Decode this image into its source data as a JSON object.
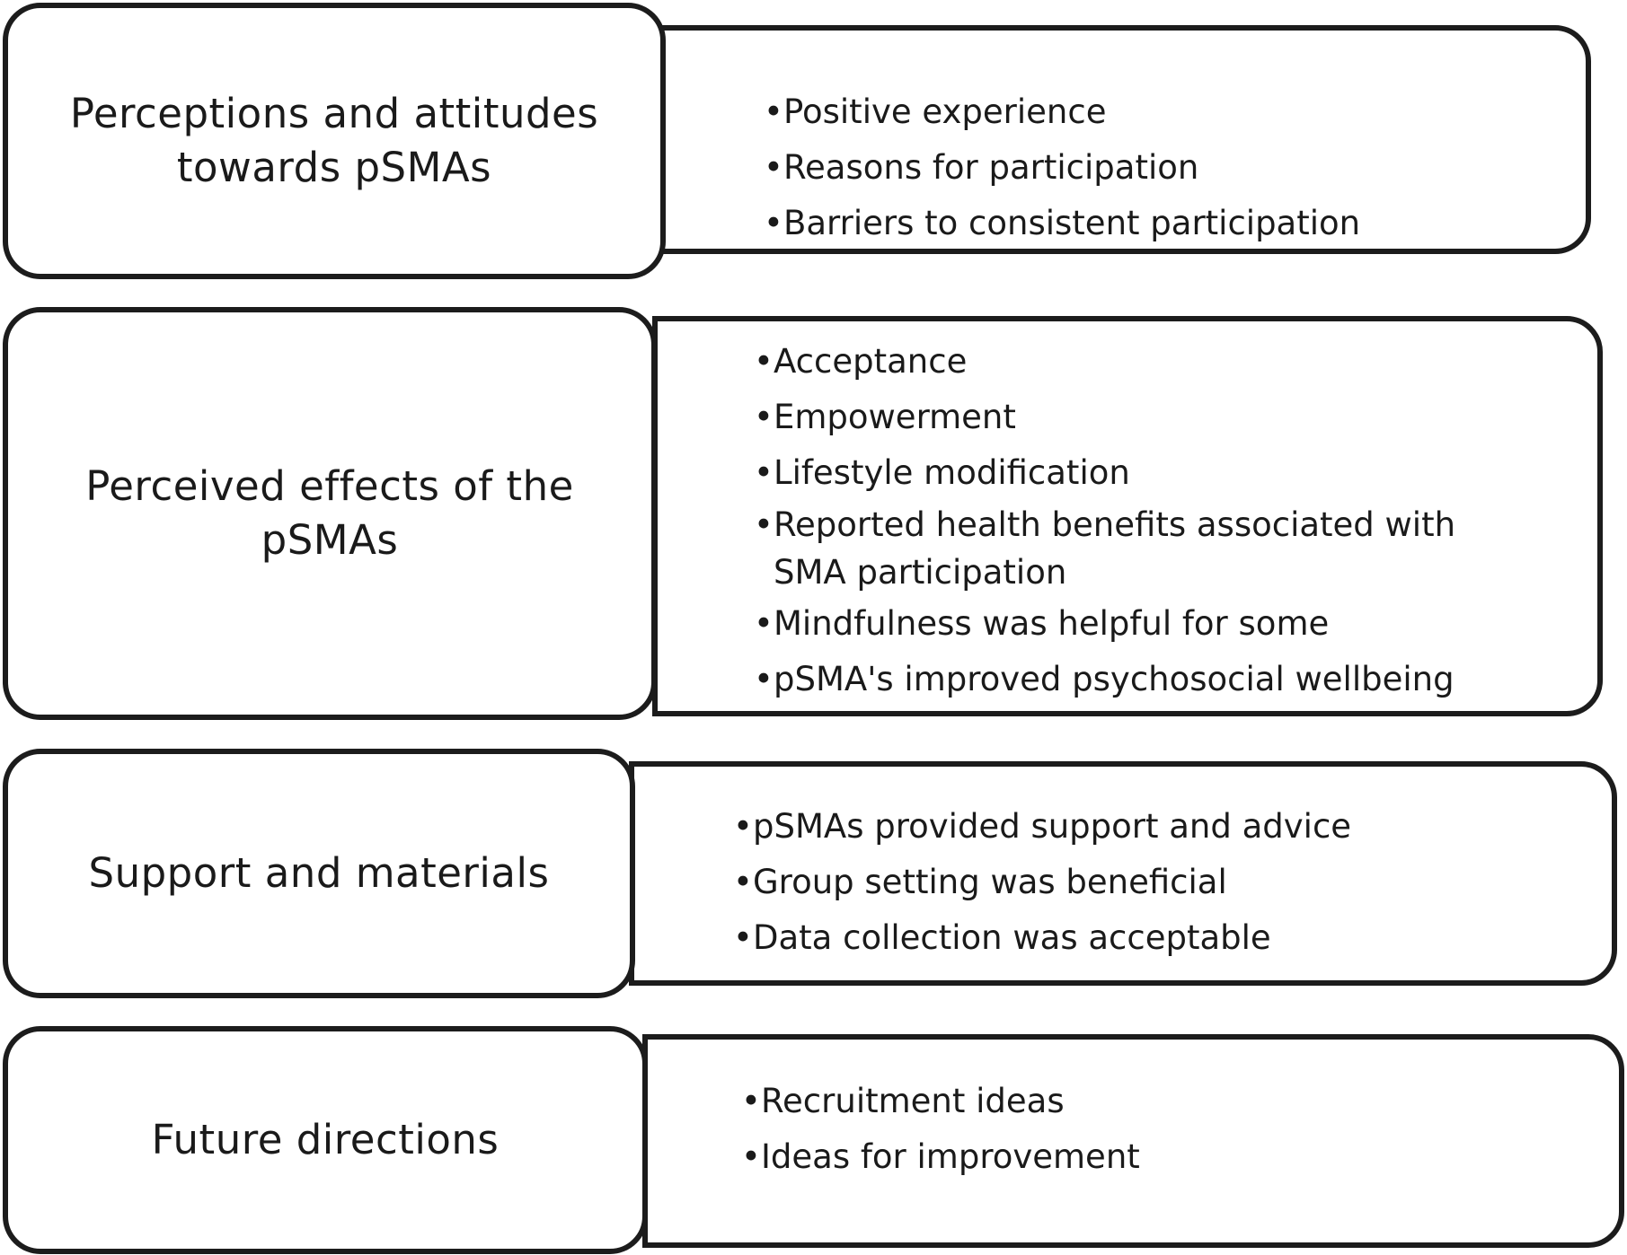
{
  "themes": [
    {
      "title": "Perceptions and attitudes towards pSMAs",
      "items": [
        "Positive experience",
        "Reasons for participation",
        "Barriers to consistent participation"
      ]
    },
    {
      "title": "Perceived effects of the pSMAs",
      "items": [
        "Acceptance",
        "Empowerment",
        "Lifestyle modification",
        "Reported health benefits associated with SMA participation",
        "Mindfulness was helpful for some",
        "pSMA's improved psychosocial wellbeing"
      ]
    },
    {
      "title": "Support and materials",
      "items": [
        "pSMAs provided support and advice",
        "Group setting was beneficial",
        "Data collection was acceptable"
      ]
    },
    {
      "title": "Future directions",
      "items": [
        "Recruitment ideas",
        "Ideas for improvement"
      ]
    }
  ]
}
